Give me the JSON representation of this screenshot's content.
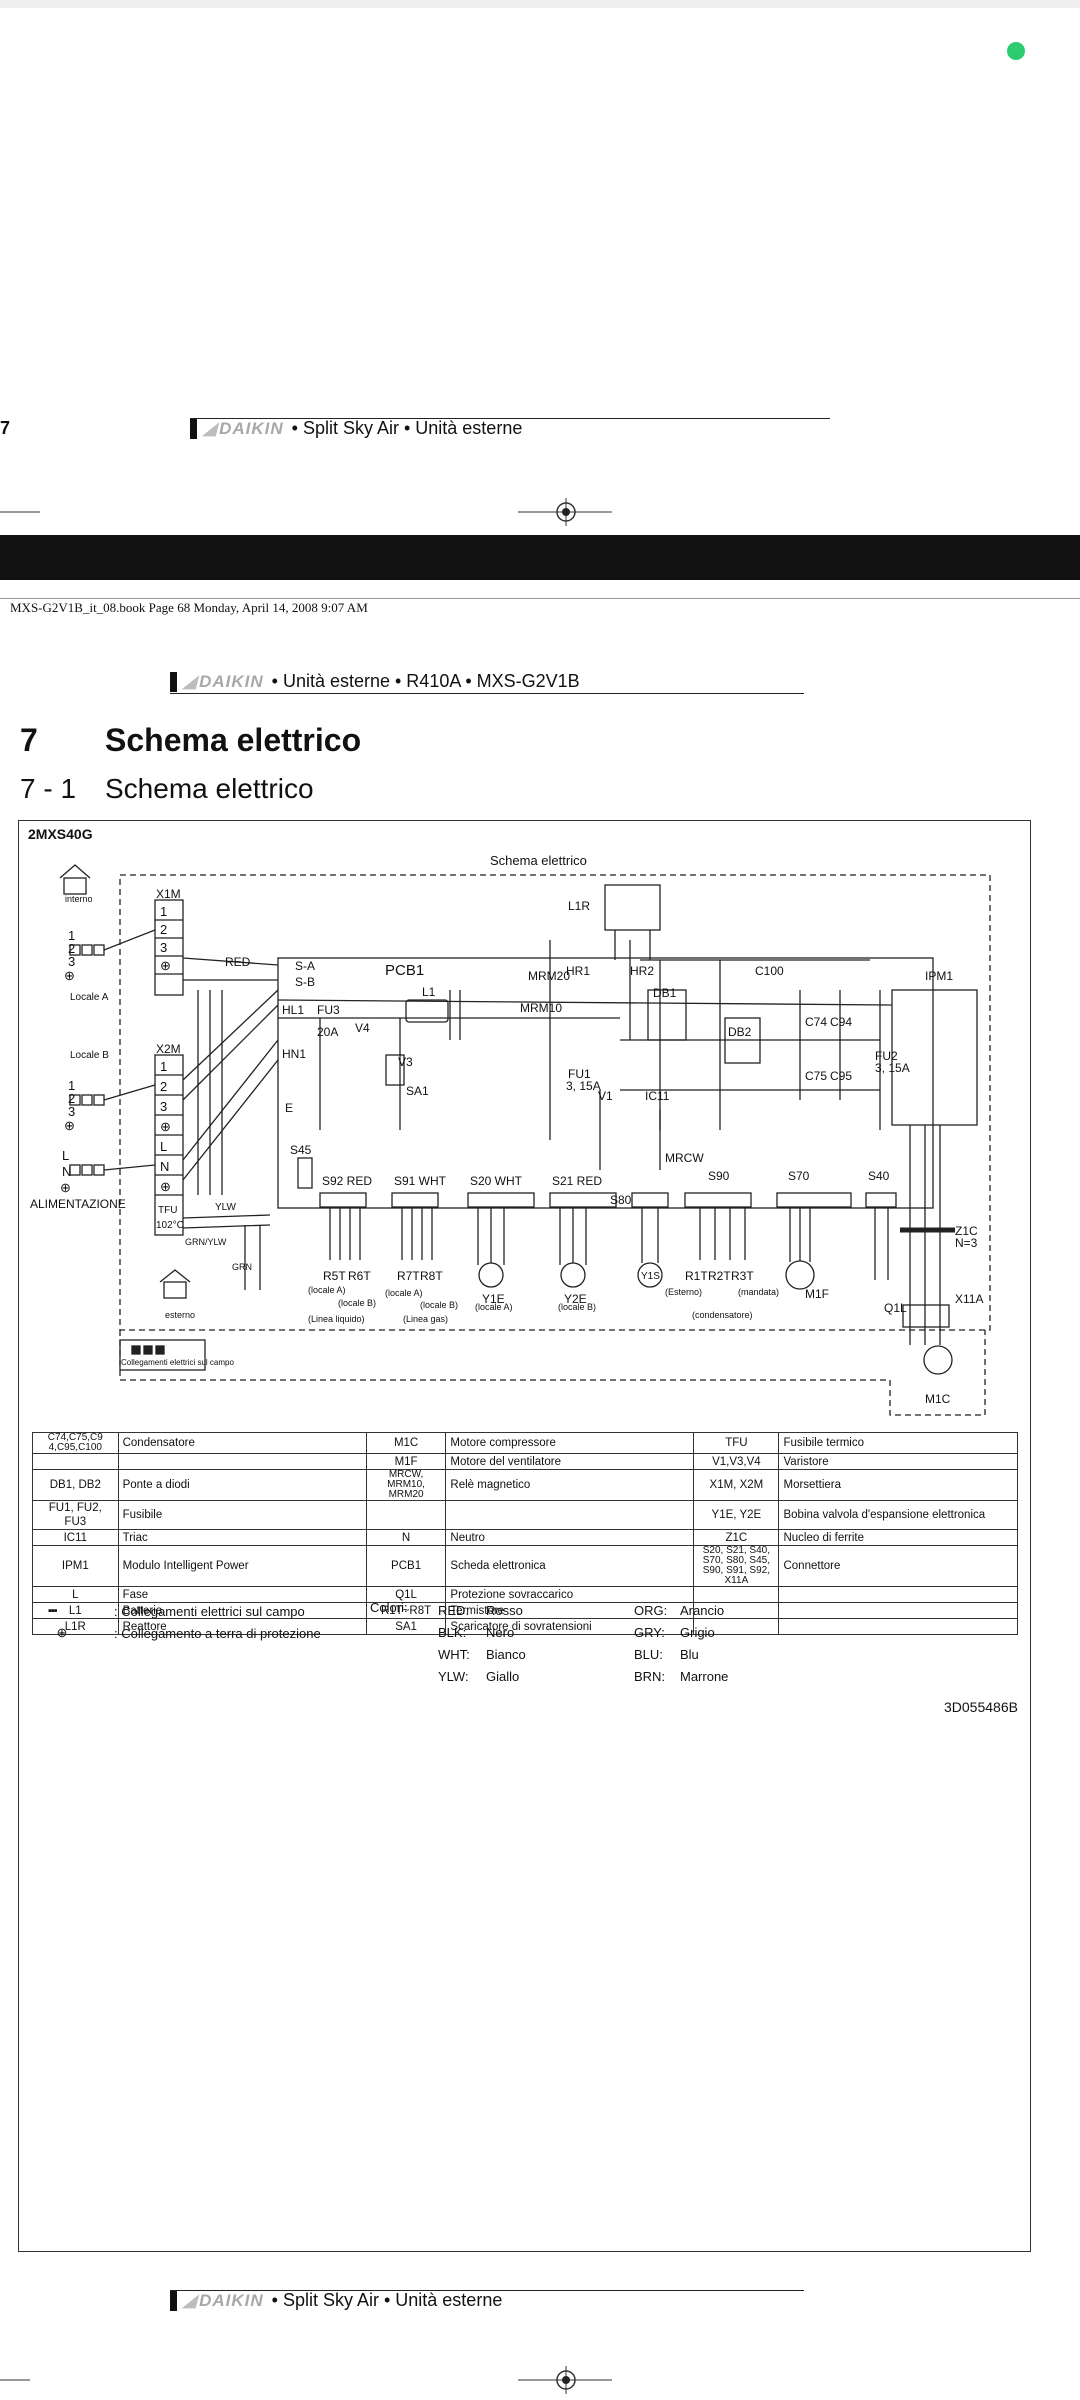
{
  "page_number_fragment": "7",
  "header_top": {
    "brand": "DAIKIN",
    "text": "• Split Sky Air • Unità esterne"
  },
  "file_line": "MXS-G2V1B_it_08.book  Page 68  Monday, April 14, 2008  9:07 AM",
  "header_mid": {
    "brand": "DAIKIN",
    "text": "• Unità esterne • R410A • MXS-G2V1B"
  },
  "section": {
    "number": "7",
    "title": "Schema elettrico"
  },
  "subsection": {
    "number": "7 - 1",
    "title": "Schema elettrico"
  },
  "model": "2MXS40G",
  "diagram": {
    "title": "Schema elettrico",
    "interno": "interno",
    "esterno": "esterno",
    "locale_a": "Locale A",
    "locale_b": "Locale B",
    "alimentazione": "ALIMENTAZIONE",
    "field_wiring_note": "Collegamenti elettrici sul campo",
    "pcb": "PCB1",
    "ipm": "IPM1",
    "x1m": "X1M",
    "x2m": "X2M",
    "red": "RED",
    "sa": "S-A",
    "sb": "S-B",
    "hl1": "HL1",
    "hn1": "HN1",
    "e": "E",
    "fu3": "FU3",
    "fu3_rating": "20A",
    "v4": "V4",
    "v3": "V3",
    "sa1": "SA1",
    "l1": "L1",
    "mrm20": "MRM20",
    "mrm10": "MRM10",
    "hr1": "HR1",
    "hr2": "HR2",
    "l1r": "L1R",
    "c100": "C100",
    "db1": "DB1",
    "db2": "DB2",
    "c74": "C74",
    "c94": "C94",
    "c75": "C75",
    "c95": "C95",
    "fu2": "FU2",
    "fu2_rating": "3, 15A",
    "fu1": "FU1",
    "fu1_rating": "3, 15A",
    "v1": "V1",
    "ic11": "IC11",
    "mrcw": "MRCW",
    "s45": "S45",
    "tfu": "TFU",
    "tfu_temp": "102°C",
    "ylw": "YLW",
    "grn_ylw": "GRN/YLW",
    "grn": "GRN",
    "s92": "S92 RED",
    "s91": "S91 WHT",
    "s20": "S20 WHT",
    "s21": "S21 RED",
    "s80": "S80",
    "s90": "S90",
    "s70": "S70",
    "s40": "S40",
    "r5t": "R5T",
    "r6t": "R6T",
    "r7t": "R7T",
    "r8t": "R8T",
    "y1e": "Y1E",
    "y2e": "Y2E",
    "y1s": "Y1S",
    "r1t": "R1T",
    "r2t": "R2T",
    "r3t": "R3T",
    "m1f": "M1F",
    "m1c": "M1C",
    "q1l": "Q1L",
    "z1c": "Z1C",
    "z1c_n": "N=3",
    "x11a": "X11A",
    "locale_a_paren": "(locale A)",
    "locale_b_paren": "(locale B)",
    "linea_liquido": "(Linea liquido)",
    "linea_gas": "(Linea gas)",
    "esterno_paren": "(Esterno)",
    "mandata": "(mandata)",
    "condensatore": "(condensatore)"
  },
  "legend": [
    [
      "C74,C75,C9\n4,C95,C100",
      "Condensatore",
      "M1C",
      "Motore compressore",
      "TFU",
      "Fusibile termico"
    ],
    [
      "",
      "",
      "M1F",
      "Motore del ventilatore",
      "V1,V3,V4",
      "Varistore"
    ],
    [
      "DB1, DB2",
      "Ponte a diodi",
      "MRCW, MRM10,\nMRM20",
      "Relè magnetico",
      "X1M, X2M",
      "Morsettiera"
    ],
    [
      "FU1, FU2, FU3",
      "Fusibile",
      "",
      "",
      "Y1E, Y2E",
      "Bobina valvola d'espansione elettronica"
    ],
    [
      "IC11",
      "Triac",
      "N",
      "Neutro",
      "Z1C",
      "Nucleo di ferrite"
    ],
    [
      "IPM1",
      "Modulo Intelligent Power",
      "PCB1",
      "Scheda elettronica",
      "S20, S21, S40,\nS70, S80, S45,\nS90, S91, S92,\nX11A",
      "Connettore"
    ],
    [
      "L",
      "Fase",
      "Q1L",
      "Protezione sovraccarico",
      "",
      ""
    ],
    [
      "L1",
      "Batteria",
      "R1T~R8T",
      "Termistore",
      "",
      ""
    ],
    [
      "L1R",
      "Reattore",
      "SA1",
      "Scaricatore di sovratensioni",
      "",
      ""
    ]
  ],
  "keys": [
    {
      "text": ": Collegamenti elettrici sul campo"
    },
    {
      "text": ": Collegamento a terra di protezione"
    }
  ],
  "colors_label": "Colori:",
  "colors": [
    {
      "code": "RED:",
      "name": "Rosso"
    },
    {
      "code": "BLK:",
      "name": "Nero"
    },
    {
      "code": "WHT:",
      "name": "Bianco"
    },
    {
      "code": "YLW:",
      "name": "Giallo"
    },
    {
      "code": "ORG:",
      "name": "Arancio"
    },
    {
      "code": "GRY:",
      "name": "Grigio"
    },
    {
      "code": "BLU:",
      "name": "Blu"
    },
    {
      "code": "BRN:",
      "name": "Marrone"
    }
  ],
  "doc_code": "3D055486B",
  "footer": {
    "brand": "DAIKIN",
    "text": "• Split Sky Air • Unità esterne"
  }
}
